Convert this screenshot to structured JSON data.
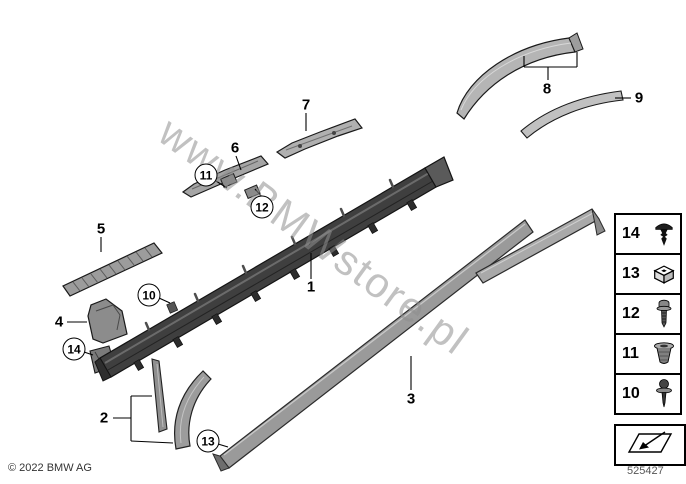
{
  "watermark": "www.BMWstore.pl",
  "footer": {
    "copyright": "© 2022 BMW AG",
    "diagram_number": "525427"
  },
  "callouts": [
    {
      "label": "1",
      "circled": false
    },
    {
      "label": "2",
      "circled": false
    },
    {
      "label": "3",
      "circled": false
    },
    {
      "label": "4",
      "circled": false
    },
    {
      "label": "5",
      "circled": false
    },
    {
      "label": "6",
      "circled": false
    },
    {
      "label": "7",
      "circled": false
    },
    {
      "label": "8",
      "circled": false
    },
    {
      "label": "9",
      "circled": false
    },
    {
      "label": "10",
      "circled": true
    },
    {
      "label": "11",
      "circled": true
    },
    {
      "label": "12",
      "circled": true
    },
    {
      "label": "13",
      "circled": true
    },
    {
      "label": "14",
      "circled": true
    }
  ],
  "legend": {
    "items": [
      {
        "label": "14",
        "icon": "expanding-rivet-icon"
      },
      {
        "label": "13",
        "icon": "cage-nut-icon"
      },
      {
        "label": "12",
        "icon": "screw-icon"
      },
      {
        "label": "11",
        "icon": "blind-rivet-nut-icon"
      },
      {
        "label": "10",
        "icon": "clip-pin-icon"
      }
    ],
    "reference": {
      "icon": "diagram-reference-arrow-icon"
    }
  }
}
